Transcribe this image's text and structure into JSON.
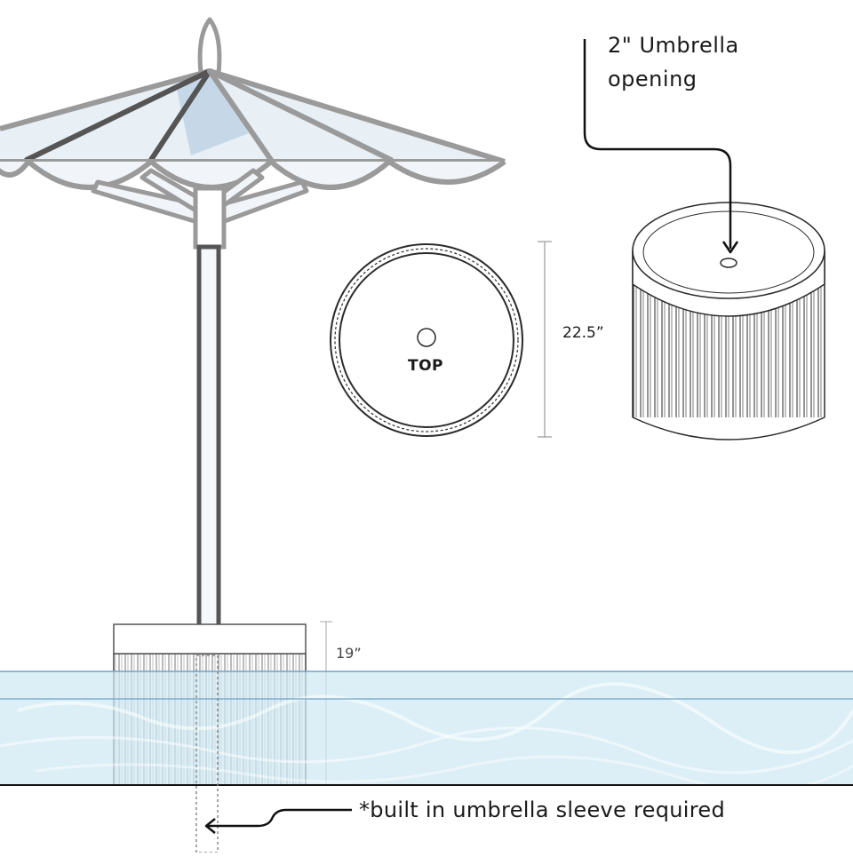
{
  "labels": {
    "opening_line1": "2\" Umbrella",
    "opening_line2": "opening",
    "top_view": "TOP",
    "height_planter": "22.5”",
    "height_bench": "19”",
    "sleeve_note": "*built in umbrella sleeve required"
  },
  "colors": {
    "line": "#2b2b2b",
    "canopy_line": "#9a9a9a",
    "canopy_fill": "#dfe8f0",
    "canopy_shade": "#c6d8e8",
    "water": "#cfe9f2",
    "water_edge": "#6fa3c8"
  },
  "icons": [
    "umbrella-illustration",
    "planter-top-view",
    "planter-3d-view",
    "pool-water",
    "arrow-icon"
  ]
}
